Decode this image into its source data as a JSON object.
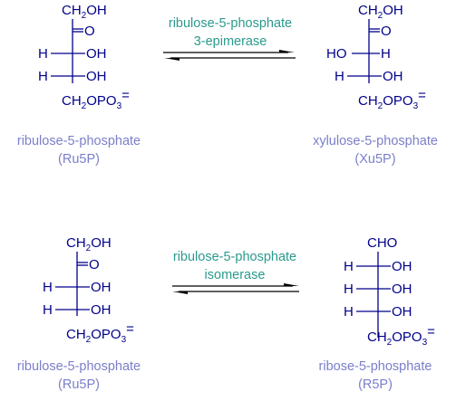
{
  "reactions": [
    {
      "enzyme_line1": "ribulose-5-phosphate",
      "enzyme_line2": "3-epimerase",
      "substrate": {
        "name": "ribulose-5-phosphate",
        "abbr": "(Ru5P)",
        "top": "CH2OH",
        "keto": "O",
        "rows": [
          [
            "H",
            "OH"
          ],
          [
            "H",
            "OH"
          ]
        ],
        "bottom": "CH2OPO3="
      },
      "product": {
        "name": "xylulose-5-phosphate",
        "abbr": "(Xu5P)",
        "top": "CH2OH",
        "keto": "O",
        "rows": [
          [
            "HO",
            "H"
          ],
          [
            "H",
            "OH"
          ]
        ],
        "bottom": "CH2OPO3="
      }
    },
    {
      "enzyme_line1": "ribulose-5-phosphate",
      "enzyme_line2": "isomerase",
      "substrate": {
        "name": "ribulose-5-phosphate",
        "abbr": "(Ru5P)",
        "top": "CH2OH",
        "keto": "O",
        "rows": [
          [
            "H",
            "OH"
          ],
          [
            "H",
            "OH"
          ]
        ],
        "bottom": "CH2OPO3="
      },
      "product": {
        "name": "ribose-5-phosphate",
        "abbr": "(R5P)",
        "top": "CHO",
        "rows": [
          [
            "H",
            "OH"
          ],
          [
            "H",
            "OH"
          ],
          [
            "H",
            "OH"
          ]
        ],
        "bottom": "CH2OPO3="
      }
    }
  ],
  "colors": {
    "structure": "#00008b",
    "enzyme": "#2a9a8c",
    "caption": "#7b7fc9",
    "arrow": "#000000"
  }
}
